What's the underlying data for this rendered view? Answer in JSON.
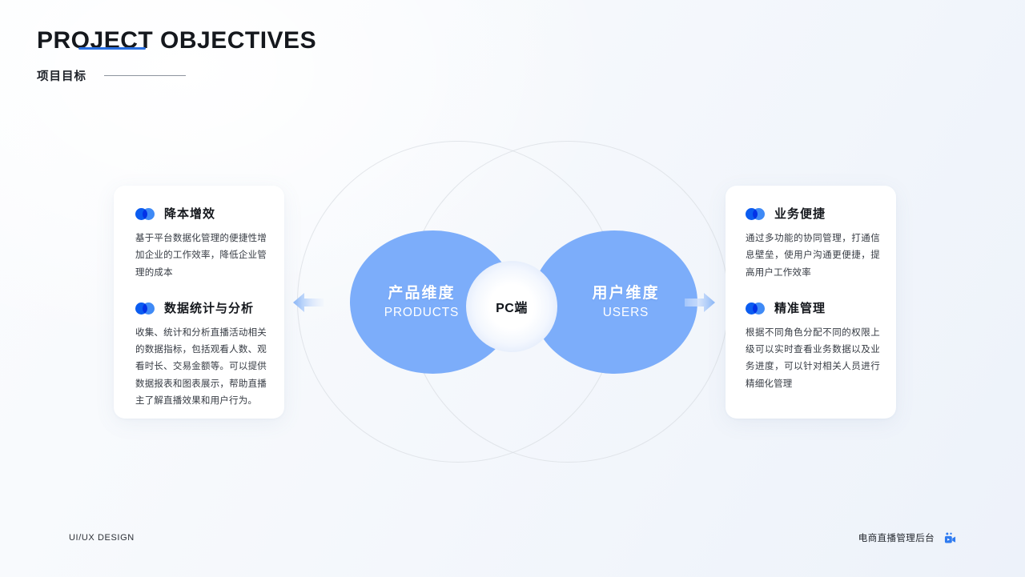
{
  "header": {
    "title_en": "PROJECT OBJECTIVES",
    "title_cn": "项目目标"
  },
  "diagram": {
    "left_lobe": {
      "label_cn": "产品维度",
      "label_en": "PRODUCTS"
    },
    "right_lobe": {
      "label_cn": "用户维度",
      "label_en": "USERS"
    },
    "center_label": "PC端",
    "arrow_left_icon": "arrow-left-icon",
    "arrow_right_icon": "arrow-right-icon",
    "lobe_color": "#7cadfa",
    "ring_color": "#d9dde3"
  },
  "left_card": {
    "blocks": [
      {
        "icon": "venn-bullet-icon",
        "title": "降本增效",
        "body": "基于平台数据化管理的便捷性增加企业的工作效率，降低企业管理的成本"
      },
      {
        "icon": "venn-bullet-icon",
        "title": "数据统计与分析",
        "body": "收集、统计和分析直播活动相关的数据指标，包括观看人数、观看时长、交易金额等。可以提供数据报表和图表展示，帮助直播主了解直播效果和用户行为。"
      }
    ]
  },
  "right_card": {
    "blocks": [
      {
        "icon": "venn-bullet-icon",
        "title": "业务便捷",
        "body": "通过多功能的协同管理，打通信息壁垒，使用户沟通更便捷，提高用户工作效率"
      },
      {
        "icon": "venn-bullet-icon",
        "title": "精准管理",
        "body": "根据不同角色分配不同的权限上级可以实时查看业务数据以及业务进度，可以针对相关人员进行精细化管理"
      }
    ]
  },
  "footer": {
    "left_text": "UI/UX DESIGN",
    "right_text": "电商直播管理后台",
    "right_icon": "video-camera-icon",
    "accent_color": "#2a6fe0"
  }
}
